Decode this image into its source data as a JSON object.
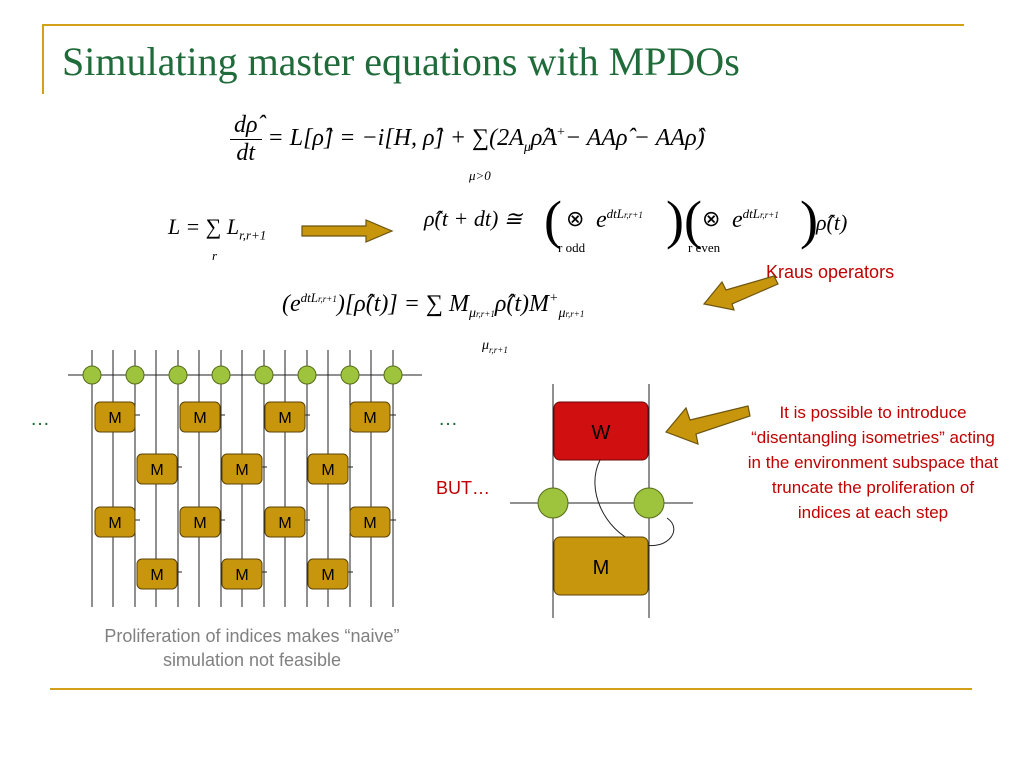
{
  "title": "Simulating master equations with MPDOs",
  "equations": {
    "master_lhs_num": "dρ̂",
    "master_lhs_den": "dt",
    "master_rhs": "= L[ρ̂] = −i[H, ρ̂] + ∑",
    "master_sum_index": "μ>0",
    "master_terms": "(2A",
    "master_terms_mu1": "μ",
    "master_terms_rest": "ρ̂A",
    "master_dagger": "+",
    "master_tail": "− A",
    "master_tail2": "A",
    "master_tail3": "ρ̂ − A",
    "master_tail4": "A",
    "master_tail5": "ρ̂)",
    "L_def": "L = ∑ L",
    "L_sub": "r,r+1",
    "L_sum_index": "r",
    "evolution_lhs": "ρ̂(t + dt) ≅",
    "otimes": "⊗",
    "exp_e": "e",
    "exp_power": "dtL",
    "exp_power_sub": "r,r+1",
    "r_odd": "r odd",
    "r_even": "r even",
    "evolution_tail": "ρ̂(t)",
    "kraus_lhs": "(e",
    "kraus_mid": ")[ρ̂(t)] = ∑ M",
    "kraus_mu_sub": "μ",
    "kraus_mu_subsub": "r,r+1",
    "kraus_rho": "ρ̂(t)M",
    "kraus_sum_index": "μ",
    "kraus_sum_index_sub": "r,r+1"
  },
  "labels": {
    "kraus_operators": "Kraus operators",
    "ellipsis_left": "…",
    "ellipsis_right": "…",
    "but": "BUT…",
    "caption": "Proliferation of indices makes “naive” simulation not feasible",
    "side_text": "It is possible to introduce “disentangling isometries” acting in the environment subspace that truncate the proliferation of indices at each step"
  },
  "diagram": {
    "tensor_label": "M",
    "isometry_label": "W"
  },
  "colors": {
    "title": "#1f6b3a",
    "frame": "#d4a017",
    "red": "#c00000",
    "gray": "#808080",
    "tensor_fill": "#c8960c",
    "node_fill": "#9dc43c",
    "isometry_fill": "#d01010"
  }
}
